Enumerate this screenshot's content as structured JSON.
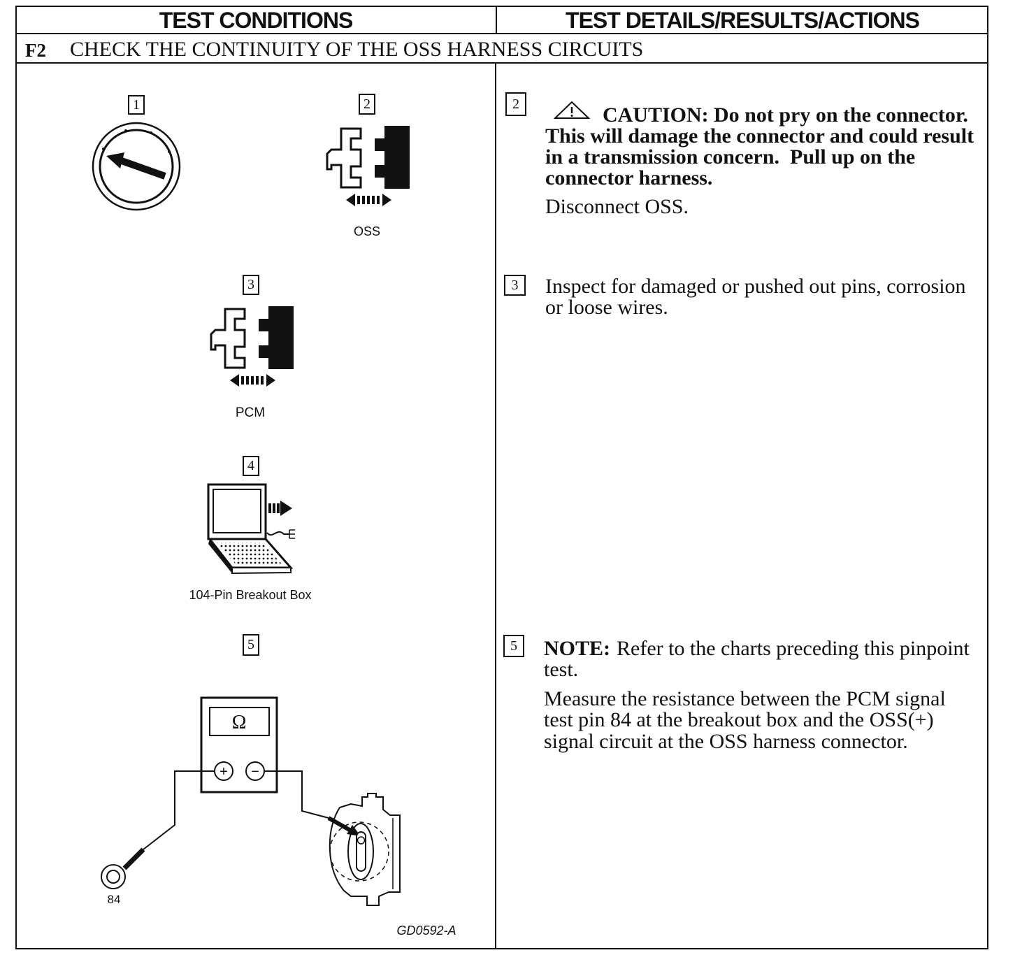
{
  "header": {
    "conditions": "TEST CONDITIONS",
    "details": "TEST DETAILS/RESULTS/ACTIONS"
  },
  "step": {
    "code": "F2",
    "title": "CHECK THE CONTINUITY OF THE OSS HARNESS CIRCUITS"
  },
  "conditions": {
    "ignition": {
      "num": "1",
      "icon": "ignition-key-icon"
    },
    "oss_connector": {
      "num": "2",
      "label": "OSS",
      "icon": "connector-disconnect-icon"
    },
    "pcm_connector": {
      "num": "3",
      "label": "PCM",
      "icon": "connector-disconnect-icon"
    },
    "breakout_box": {
      "num": "4",
      "label": "104-Pin Breakout Box",
      "icon": "laptop-breakout-box-icon"
    },
    "ohmmeter": {
      "num": "5",
      "display": "Ω",
      "plus": "+",
      "minus": "−",
      "pin_label": "84",
      "icon": "ohmmeter-icon"
    }
  },
  "figure_id": "GD0592-A",
  "details": {
    "step2": {
      "num": "2",
      "icon": "warning-triangle-icon",
      "caution_label": "CAUTION:",
      "caution_lines": [
        "Do not pry on the connector.",
        "This will damage the connector and could result",
        "in a transmission concern.  Pull up on the",
        "connector harness."
      ],
      "action": "Disconnect OSS."
    },
    "step3": {
      "num": "3",
      "lines": [
        "Inspect for damaged or pushed out pins, corrosion",
        "or loose wires."
      ]
    },
    "step5": {
      "num": "5",
      "note_label": "NOTE:",
      "note_lines": [
        "Refer to the charts preceding this pinpoint",
        "test."
      ],
      "lines": [
        "Measure the resistance between the PCM signal",
        "test pin 84 at the breakout box and the OSS(+)",
        "signal circuit at the OSS harness connector."
      ]
    }
  }
}
